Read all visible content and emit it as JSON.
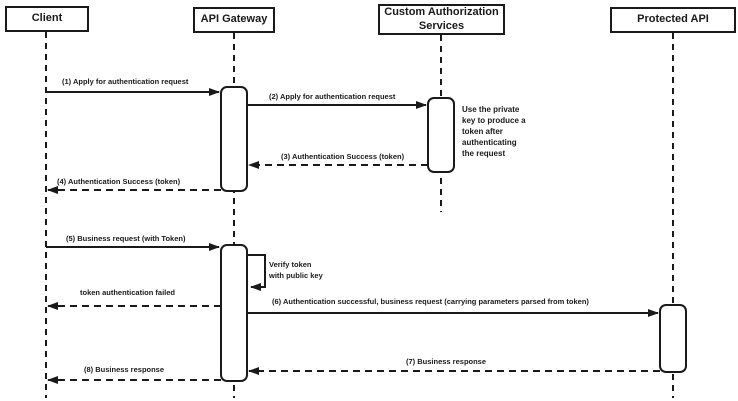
{
  "participants": {
    "client": "Client",
    "api_gateway": "API Gateway",
    "custom_auth": "Custom Authorization\nServices",
    "protected_api": "Protected API"
  },
  "messages": {
    "m1": "(1) Apply for authentication request",
    "m2": "(2) Apply for authentication request",
    "m3": "(3) Authentication Success (token)",
    "m4": "(4) Authentication Success (token)",
    "m5": "(5) Business request (with Token)",
    "verify": "Verify token\nwith public key",
    "failed": "token authentication failed",
    "m6": "(6) Authentication successful, business request (carrying parameters parsed from token)",
    "m7": "(7) Business response",
    "m8": "(8) Business response"
  },
  "notes": {
    "private_key": "Use the private\nkey to produce a\ntoken after\nauthenticating\nthe request"
  },
  "colors": {
    "line": "#1a1a1a",
    "background": "#ffffff",
    "activation_fill": "#ffffff"
  }
}
